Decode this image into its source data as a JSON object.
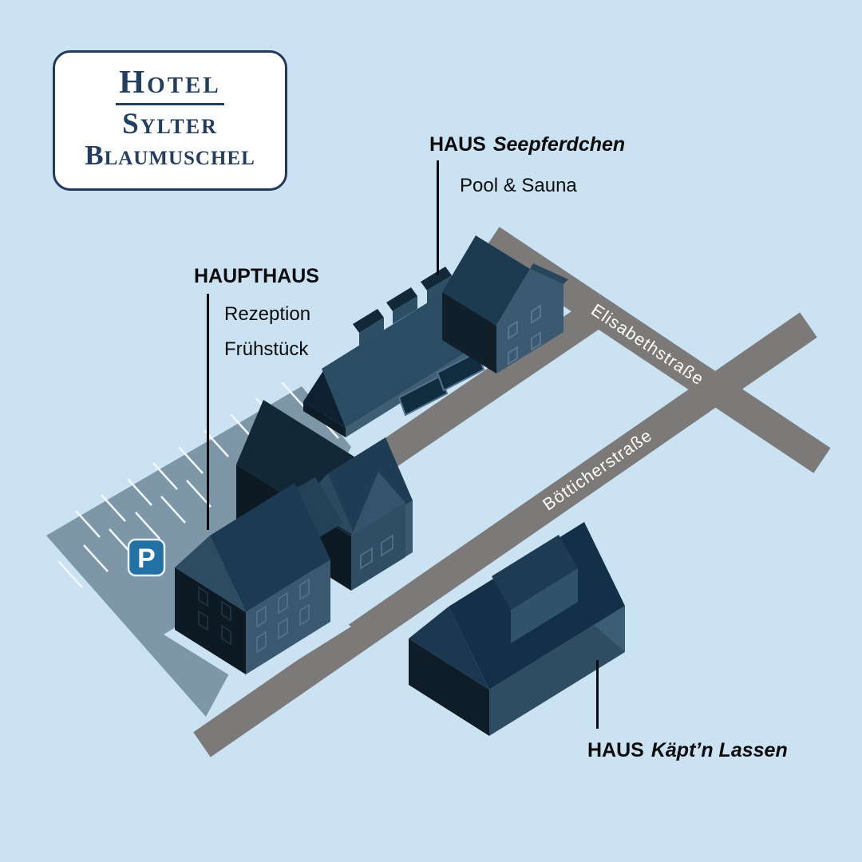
{
  "logo": {
    "line1": "Hotel",
    "line2": "Sylter",
    "line3": "Blaumuschel"
  },
  "buildings": {
    "seepferdchen": {
      "prefix": "HAUS",
      "name": "Seepferdchen",
      "subtitle": "Pool & Sauna"
    },
    "haupthaus": {
      "title": "HAUPTHAUS",
      "feature1": "Rezeption",
      "feature2": "Frühstück"
    },
    "kaeptn_lassen": {
      "prefix": "HAUS",
      "name": "Käpt’n Lassen"
    }
  },
  "streets": {
    "elisabethstrasse": "Elisabethstraße",
    "boettcherstrasse": "Bötticherstraße"
  },
  "parking": {
    "symbol": "P"
  },
  "colors": {
    "background": "#cbe2f2",
    "road_gray": "#7b7a79",
    "parking_lot": "#7d96a8",
    "parking_sign_blue": "#2171a5",
    "building_dark": "#0f1d28",
    "building_roof": "#1d3b50",
    "building_wall": "#3a5870",
    "logo_navy": "#223e60",
    "street_text": "#ffffff",
    "label_text": "#0c0c0c"
  }
}
